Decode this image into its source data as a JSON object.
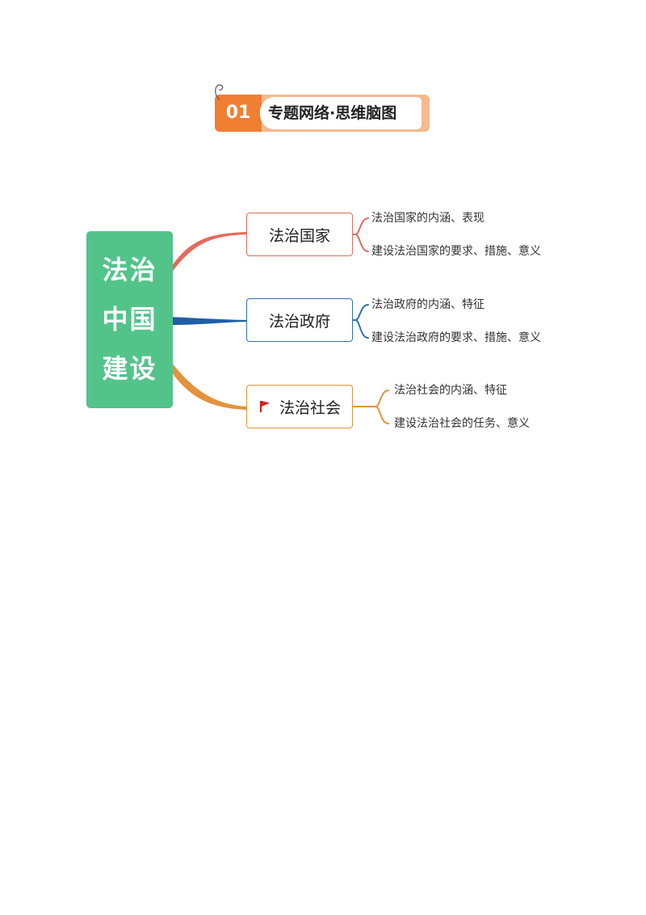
{
  "header": {
    "number": "01",
    "title": "专题网络·思维脑图"
  },
  "mindmap": {
    "root": {
      "lines": [
        "法治",
        "中国",
        "建设"
      ]
    },
    "branches": [
      {
        "label": "法治国家",
        "color": "#e36b5c",
        "leaves": [
          "法治国家的内涵、表现",
          "建设法治国家的要求、措施、意义"
        ]
      },
      {
        "label": "法治政府",
        "color": "#2f6fb3",
        "leaves": [
          "法治政府的内涵、特征",
          "建设法治政府的要求、措施、意义"
        ]
      },
      {
        "label": "法治社会",
        "color": "#e3923d",
        "icon": "red-flag-icon",
        "leaves": [
          "法治社会的内涵、特征",
          "建设法治社会的任务、意义"
        ]
      }
    ]
  },
  "colors": {
    "root_bg": "#52c48a",
    "banner_accent": "#f07f33",
    "banner_light": "#f7b98d"
  }
}
